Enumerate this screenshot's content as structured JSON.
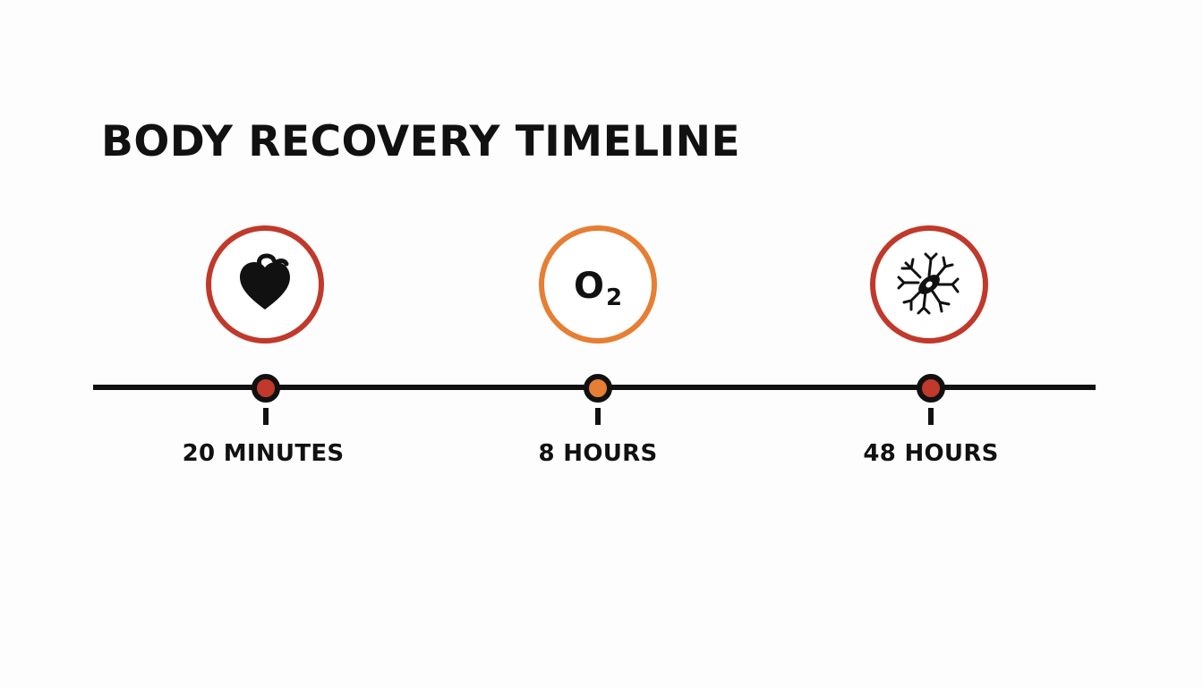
{
  "title": "BODY RECOVERY TIMELINE",
  "colors": {
    "accent_red": "#c0392b",
    "accent_orange": "#e67e33",
    "line": "#111111",
    "background": "#fdfdfd"
  },
  "milestones": [
    {
      "label": "20 MINUTES",
      "icon": "heart-icon",
      "color": "#c0392b"
    },
    {
      "label": "8 HOURS",
      "icon": "oxygen-icon",
      "icon_text": "O",
      "icon_sub": "2",
      "color": "#e67e33"
    },
    {
      "label": "48 HOURS",
      "icon": "nerve-cell-icon",
      "color": "#c0392b"
    }
  ]
}
